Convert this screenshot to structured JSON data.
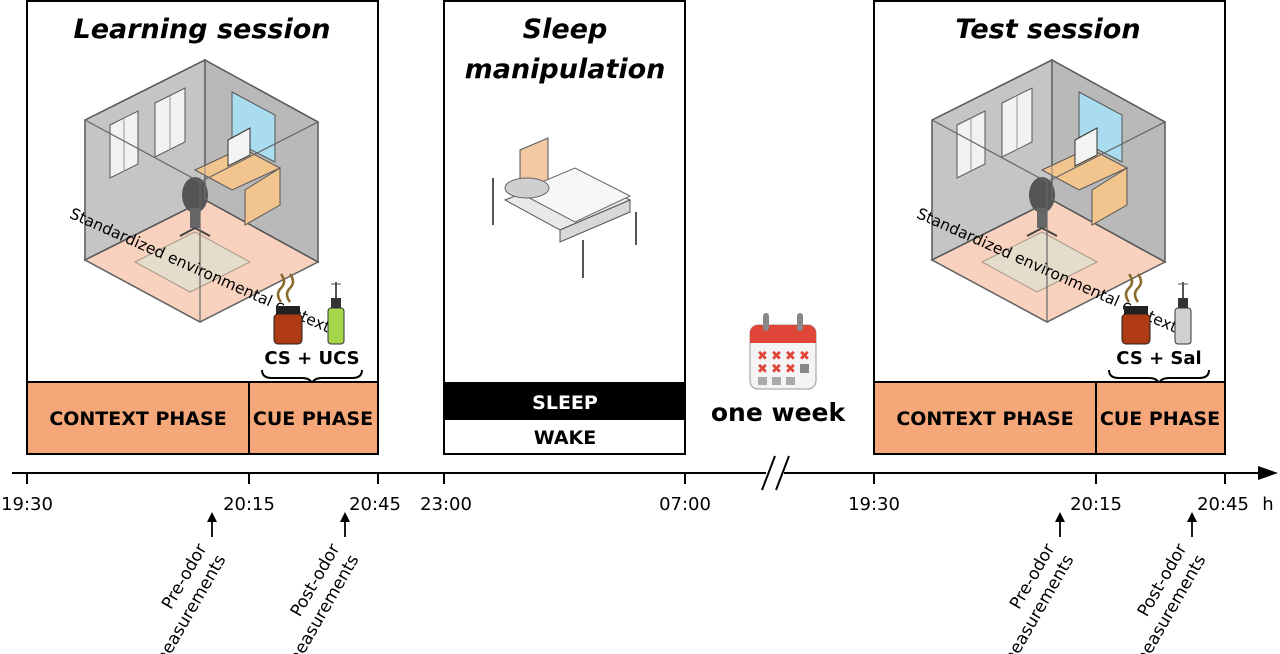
{
  "sessions": {
    "learning": {
      "title": "Learning session",
      "context_label": "Standardized environmental context",
      "formula": "CS + UCS",
      "phase_context": "CONTEXT PHASE",
      "phase_cue": "CUE PHASE",
      "bottle_color": "#a6d64a"
    },
    "sleep": {
      "title_line1": "Sleep",
      "title_line2": "manipulation",
      "sleep_label": "SLEEP",
      "wake_label": "WAKE"
    },
    "test": {
      "title": "Test session",
      "context_label": "Standardized environmental context",
      "formula": "CS + Sal",
      "phase_context": "CONTEXT PHASE",
      "phase_cue": "CUE PHASE",
      "bottle_color": "#d0d0d0"
    }
  },
  "interval": {
    "label": "one week"
  },
  "timeline": {
    "unit": "h",
    "ticks": [
      "19:30",
      "20:15",
      "20:45",
      "23:00",
      "07:00",
      "19:30",
      "20:15",
      "20:45"
    ]
  },
  "measurements": {
    "pre_line1": "Pre-odor",
    "pre_line2": "measurements",
    "post_line1": "Post-odor",
    "post_line2": "measurements"
  },
  "colors": {
    "phase_fill": "#f6a779",
    "floor": "#f8d2bf",
    "wall": "#c7c7c7",
    "window": "#a9dcee",
    "jar": "#b03a12",
    "calendar_red": "#e0453a",
    "black": "#000000"
  }
}
